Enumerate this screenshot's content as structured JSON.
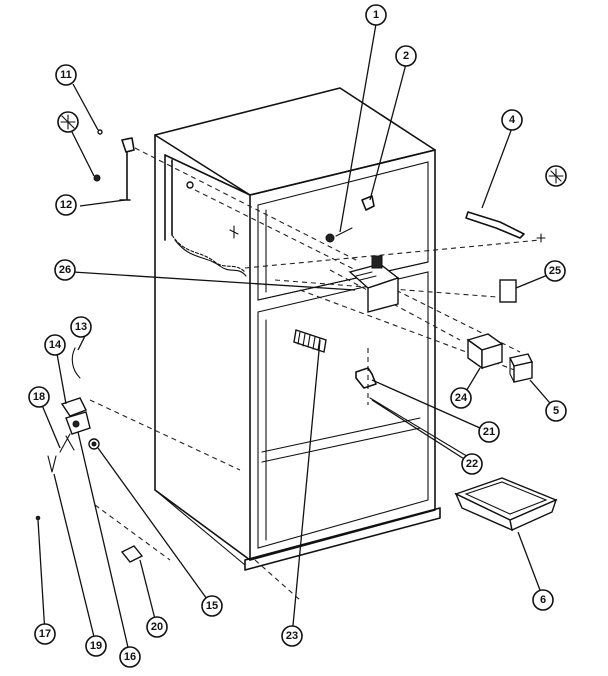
{
  "callouts": [
    {
      "id": "c1",
      "label": "1"
    },
    {
      "id": "c2",
      "label": "2"
    },
    {
      "id": "c4",
      "label": "4"
    },
    {
      "id": "c5",
      "label": "5"
    },
    {
      "id": "c6",
      "label": "6"
    },
    {
      "id": "c11",
      "label": "11"
    },
    {
      "id": "c12",
      "label": "12"
    },
    {
      "id": "c13",
      "label": "13"
    },
    {
      "id": "c14",
      "label": "14"
    },
    {
      "id": "c15",
      "label": "15"
    },
    {
      "id": "c16",
      "label": "16"
    },
    {
      "id": "c17",
      "label": "17"
    },
    {
      "id": "c18",
      "label": "18"
    },
    {
      "id": "c19",
      "label": "19"
    },
    {
      "id": "c20",
      "label": "20"
    },
    {
      "id": "c21",
      "label": "21"
    },
    {
      "id": "c22",
      "label": "22"
    },
    {
      "id": "c23",
      "label": "23"
    },
    {
      "id": "c24",
      "label": "24"
    },
    {
      "id": "c25",
      "label": "25"
    },
    {
      "id": "c26",
      "label": "26"
    }
  ],
  "icons": [
    "screw-cross-icon",
    "screw-cross-icon"
  ]
}
